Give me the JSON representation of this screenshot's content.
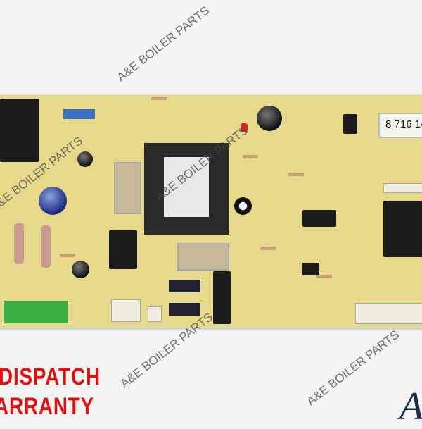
{
  "watermark": "A&E BOILER PARTS",
  "board_label": "8 716 14",
  "banner": {
    "line1": "DISPATCH",
    "line2": "ARRANTY"
  },
  "logo_letter": "A",
  "colors": {
    "board": "#e6d98c",
    "banner_red": "#e01010",
    "terminal_green": "#3cb043"
  }
}
